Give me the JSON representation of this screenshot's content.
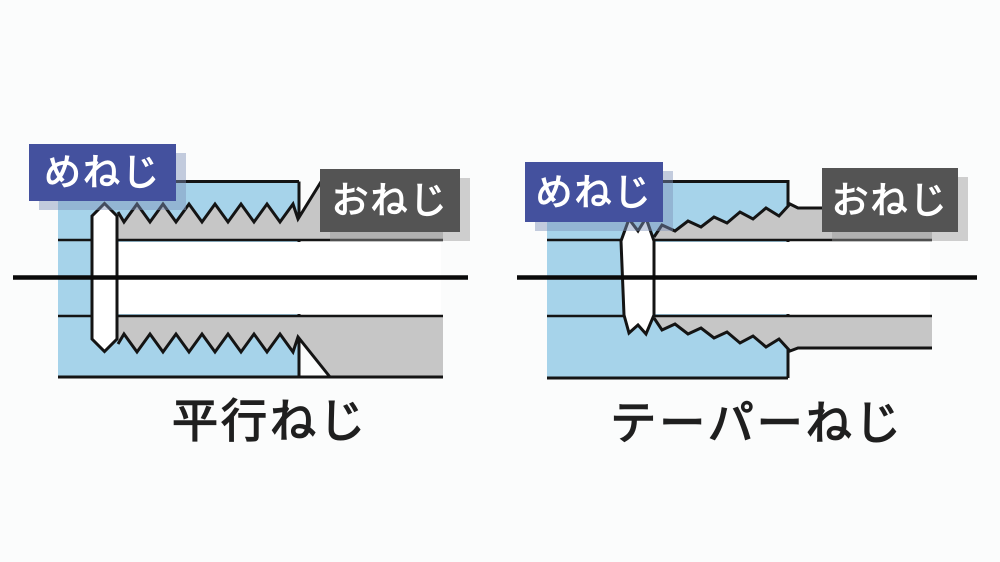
{
  "colors": {
    "background": "#fbfcfc",
    "female_fill": "#a6d3ea",
    "male_fill": "#c6c6c6",
    "bore_fill": "#ffffff",
    "outline": "#141414",
    "female_label_bg": "#44519e",
    "male_label_bg": "#545454",
    "label_text": "#ffffff",
    "caption_text": "#1f1f1f"
  },
  "diagrams": [
    {
      "caption": "平行ねじ",
      "female_label": "めねじ",
      "male_label": "おねじ"
    },
    {
      "caption": "テーパーねじ",
      "female_label": "めねじ",
      "male_label": "おねじ"
    }
  ]
}
